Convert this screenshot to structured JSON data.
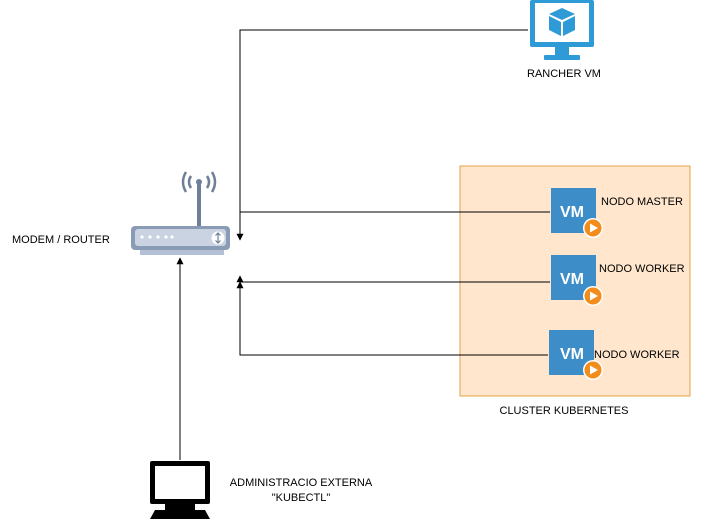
{
  "nodes": {
    "rancher": {
      "label": "RANCHER VM",
      "icon": "monitor-vm-icon"
    },
    "router": {
      "label": "MODEM / ROUTER",
      "icon": "wifi-router-icon"
    },
    "master": {
      "label": "NODO MASTER",
      "icon_text": "VM",
      "icon": "vm-icon"
    },
    "worker1": {
      "label": "NODO WORKER",
      "icon_text": "VM",
      "icon": "vm-icon"
    },
    "worker2": {
      "label": "NODO WORKER",
      "icon_text": "VM",
      "icon": "vm-icon"
    },
    "admin": {
      "label_line1": "ADMINISTRACIO EXTERNA",
      "label_line2": "\"KUBECTL\"",
      "icon": "desktop-monitor-icon"
    }
  },
  "cluster": {
    "label": "CLUSTER KUBERNETES"
  },
  "colors": {
    "vm_blue": "#3D8DC8",
    "play_orange": "#F28C1B",
    "cluster_fill": "#FFE6CC",
    "cluster_border": "#E2A449",
    "router_body": "#8A9BB6",
    "monitor_blue": "#2E9BD6"
  }
}
